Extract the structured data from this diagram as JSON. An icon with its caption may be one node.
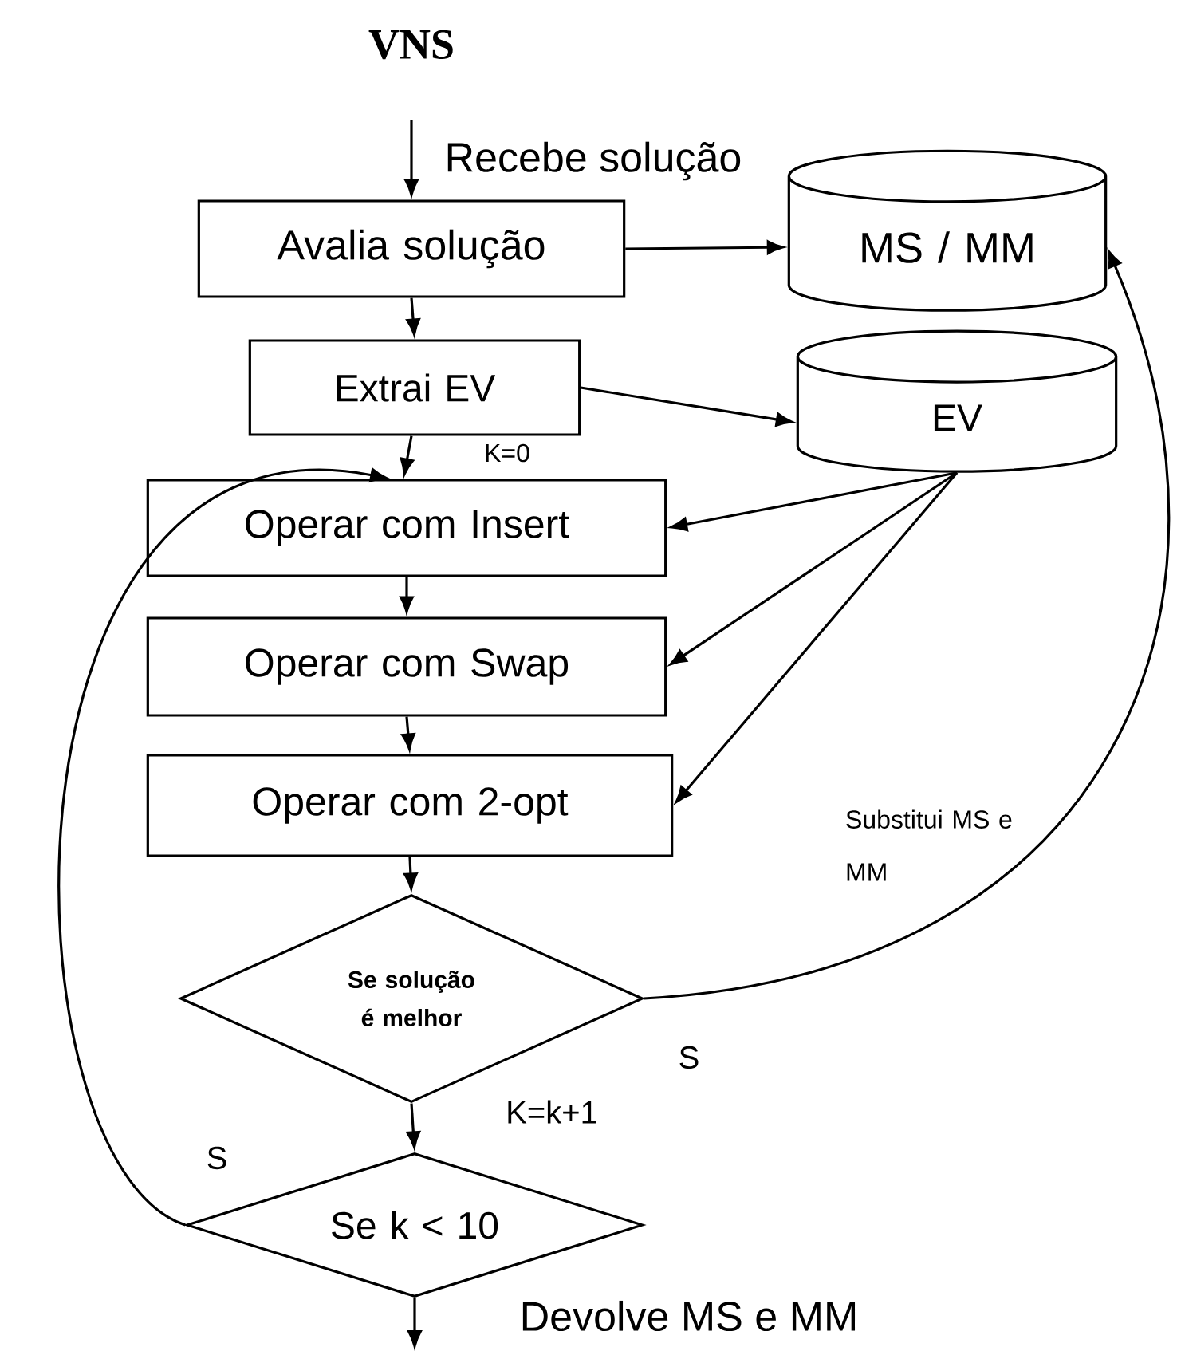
{
  "diagram": {
    "title": "VNS",
    "nodes": [
      {
        "text": [
          "Avalia solução"
        ]
      },
      {
        "text": [
          "MS / MM"
        ]
      },
      {
        "text": [
          "Extrai EV"
        ]
      },
      {
        "text": [
          "EV"
        ]
      },
      {
        "text": [
          "Operar com Insert"
        ]
      },
      {
        "text": [
          "Operar com Swap"
        ]
      },
      {
        "text": [
          "Operar com 2-opt"
        ]
      },
      {
        "text": [
          "Se solução é melhor"
        ]
      },
      {
        "text": [
          "Se k < 10"
        ]
      }
    ],
    "edges": [
      {
        "from": null,
        "to": 0,
        "arrow": "to",
        "label": "Recebe solução"
      },
      {
        "from": 0,
        "to": 1,
        "arrow": "to"
      },
      {
        "from": 0,
        "to": 2,
        "arrow": "to"
      },
      {
        "from": 2,
        "to": 3,
        "arrow": "to"
      },
      {
        "from": 2,
        "to": 4,
        "arrow": "to",
        "label": "K=0"
      },
      {
        "from": 3,
        "to": 4,
        "arrow": "to"
      },
      {
        "from": 3,
        "to": 5,
        "arrow": "to"
      },
      {
        "from": 3,
        "to": 6,
        "arrow": "to"
      },
      {
        "from": 4,
        "to": 5,
        "arrow": "to"
      },
      {
        "from": 5,
        "to": 6,
        "arrow": "to"
      },
      {
        "from": 6,
        "to": 7,
        "arrow": "to"
      },
      {
        "from": 7,
        "to": 1,
        "arrow": "to",
        "label": "Substitui MS e MM"
      },
      {
        "from": 7,
        "to": 8,
        "arrow": "to",
        "label": "K=k+1"
      },
      {
        "from": 8,
        "to": 4,
        "arrow": "to",
        "label": "S"
      },
      {
        "from": 8,
        "to": null,
        "arrow": "to",
        "label": "Devolve MS e MM"
      }
    ],
    "labels": [
      "S"
    ]
  }
}
